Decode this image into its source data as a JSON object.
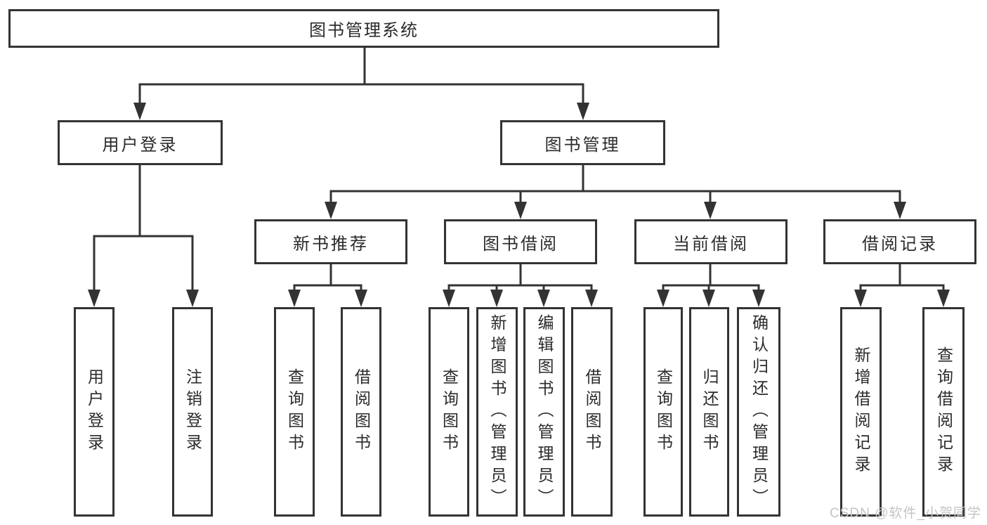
{
  "diagram": {
    "title": "图书管理系统",
    "watermark": "CSDN @软件_小贺同学",
    "colors": {
      "line": "#333333",
      "box_border": "#333333",
      "text": "#2b2b2b",
      "background": "#ffffff",
      "watermark": "#c4c4c4"
    },
    "nodes": {
      "root": "图书管理系统",
      "user_login": "用户登录",
      "book_management": "图书管理",
      "new_book_recommend": "新书推荐",
      "book_borrowing": "图书借阅",
      "current_borrowing": "当前借阅",
      "borrowing_records": "借阅记录",
      "leaf_user_login": "用户登录",
      "leaf_logout": "注销登录",
      "leaf_query_book_recommend": "查询图书",
      "leaf_borrow_book_recommend": "借阅图书",
      "leaf_query_book_borrowing": "查询图书",
      "leaf_add_book_admin": "新增图书（管理员）",
      "leaf_edit_book_admin": "编辑图书（管理员）",
      "leaf_borrow_book_borrowing": "借阅图书",
      "leaf_query_book_current": "查询图书",
      "leaf_return_book": "归还图书",
      "leaf_confirm_return_admin": "确认归还（管理员）",
      "leaf_add_borrow_record": "新增借阅记录",
      "leaf_query_borrow_record": "查询借阅记录"
    }
  }
}
